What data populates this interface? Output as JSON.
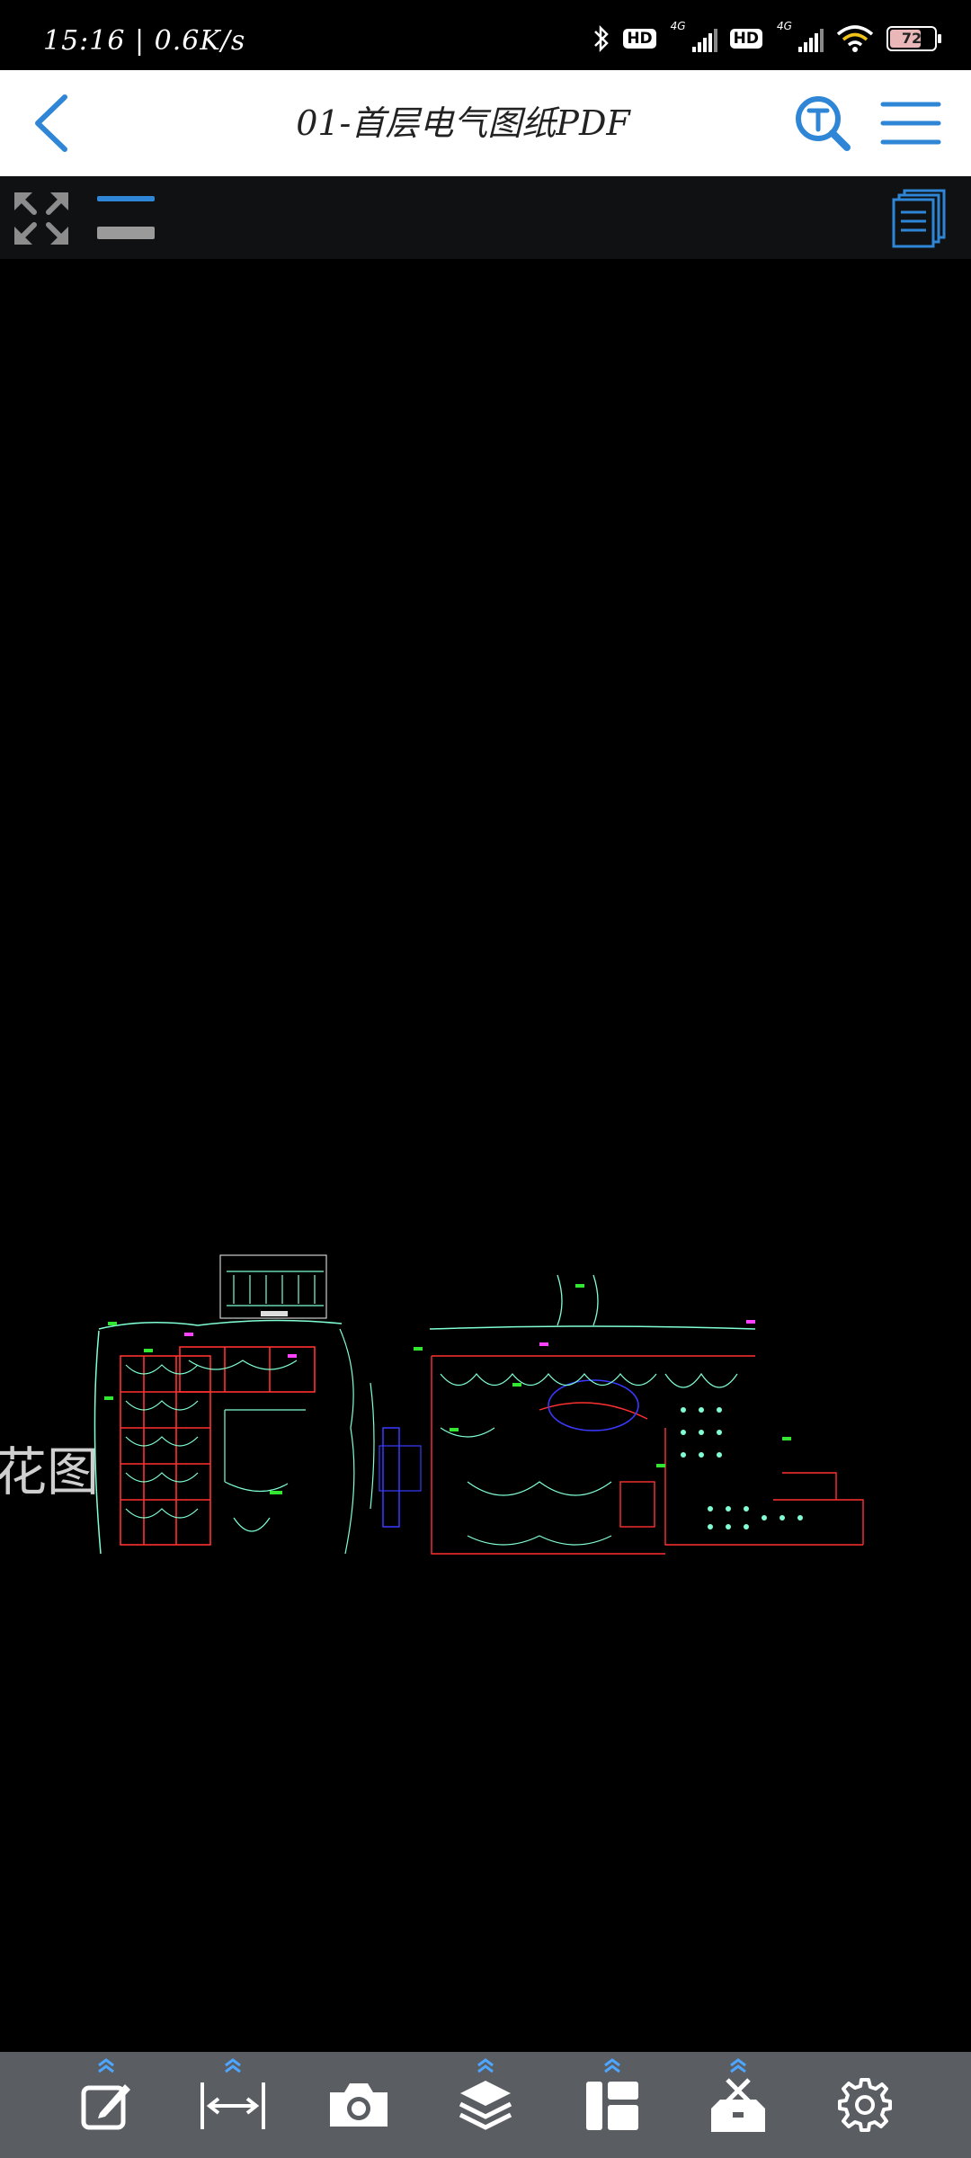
{
  "status_bar": {
    "time_speed": "15:16 | 0.6K/s",
    "hd1": "HD",
    "net1": "4G",
    "hd2": "HD",
    "net2": "4G",
    "battery": "72"
  },
  "header": {
    "title": "01-首层电气图纸PDF"
  },
  "canvas": {
    "side_text": "花图"
  },
  "icons": {
    "back": "chevron-left-icon",
    "text_search": "text-search-icon",
    "menu": "hamburger-menu-icon",
    "fit": "expand-arrows-icon",
    "layers_toggle": "lines-icon",
    "pages": "pages-icon",
    "edit": "edit-icon",
    "measure": "measure-icon",
    "camera": "camera-icon",
    "layers": "layers-icon",
    "layout": "layout-icon",
    "tools": "toolbox-icon",
    "settings": "gear-icon"
  },
  "colors": {
    "accent": "#2f86d6",
    "bottom_bar": "#5a5e63"
  }
}
